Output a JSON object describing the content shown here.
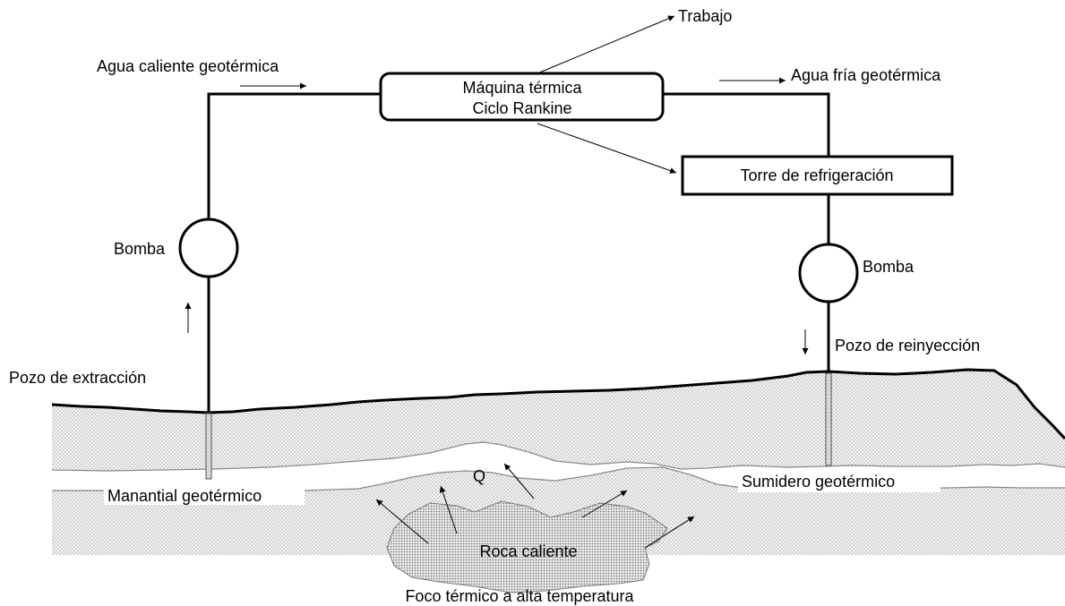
{
  "labels": {
    "work": "Trabajo",
    "hot_water": "Agua caliente geotérmica",
    "cold_water": "Agua fría geotérmica",
    "engine_line1": "Máquina térmica",
    "engine_line2": "Ciclo Rankine",
    "cooling_tower": "Torre de refrigeración",
    "pump_left": "Bomba",
    "pump_right": "Bomba",
    "extraction_well": "Pozo de extracción",
    "reinjection_well": "Pozo de reinyección",
    "spring": "Manantial geotérmico",
    "sink": "Sumidero geotérmico",
    "heat": "Q",
    "hot_rock": "Roca caliente",
    "heat_source": "Foco térmico a alta temperatura"
  }
}
